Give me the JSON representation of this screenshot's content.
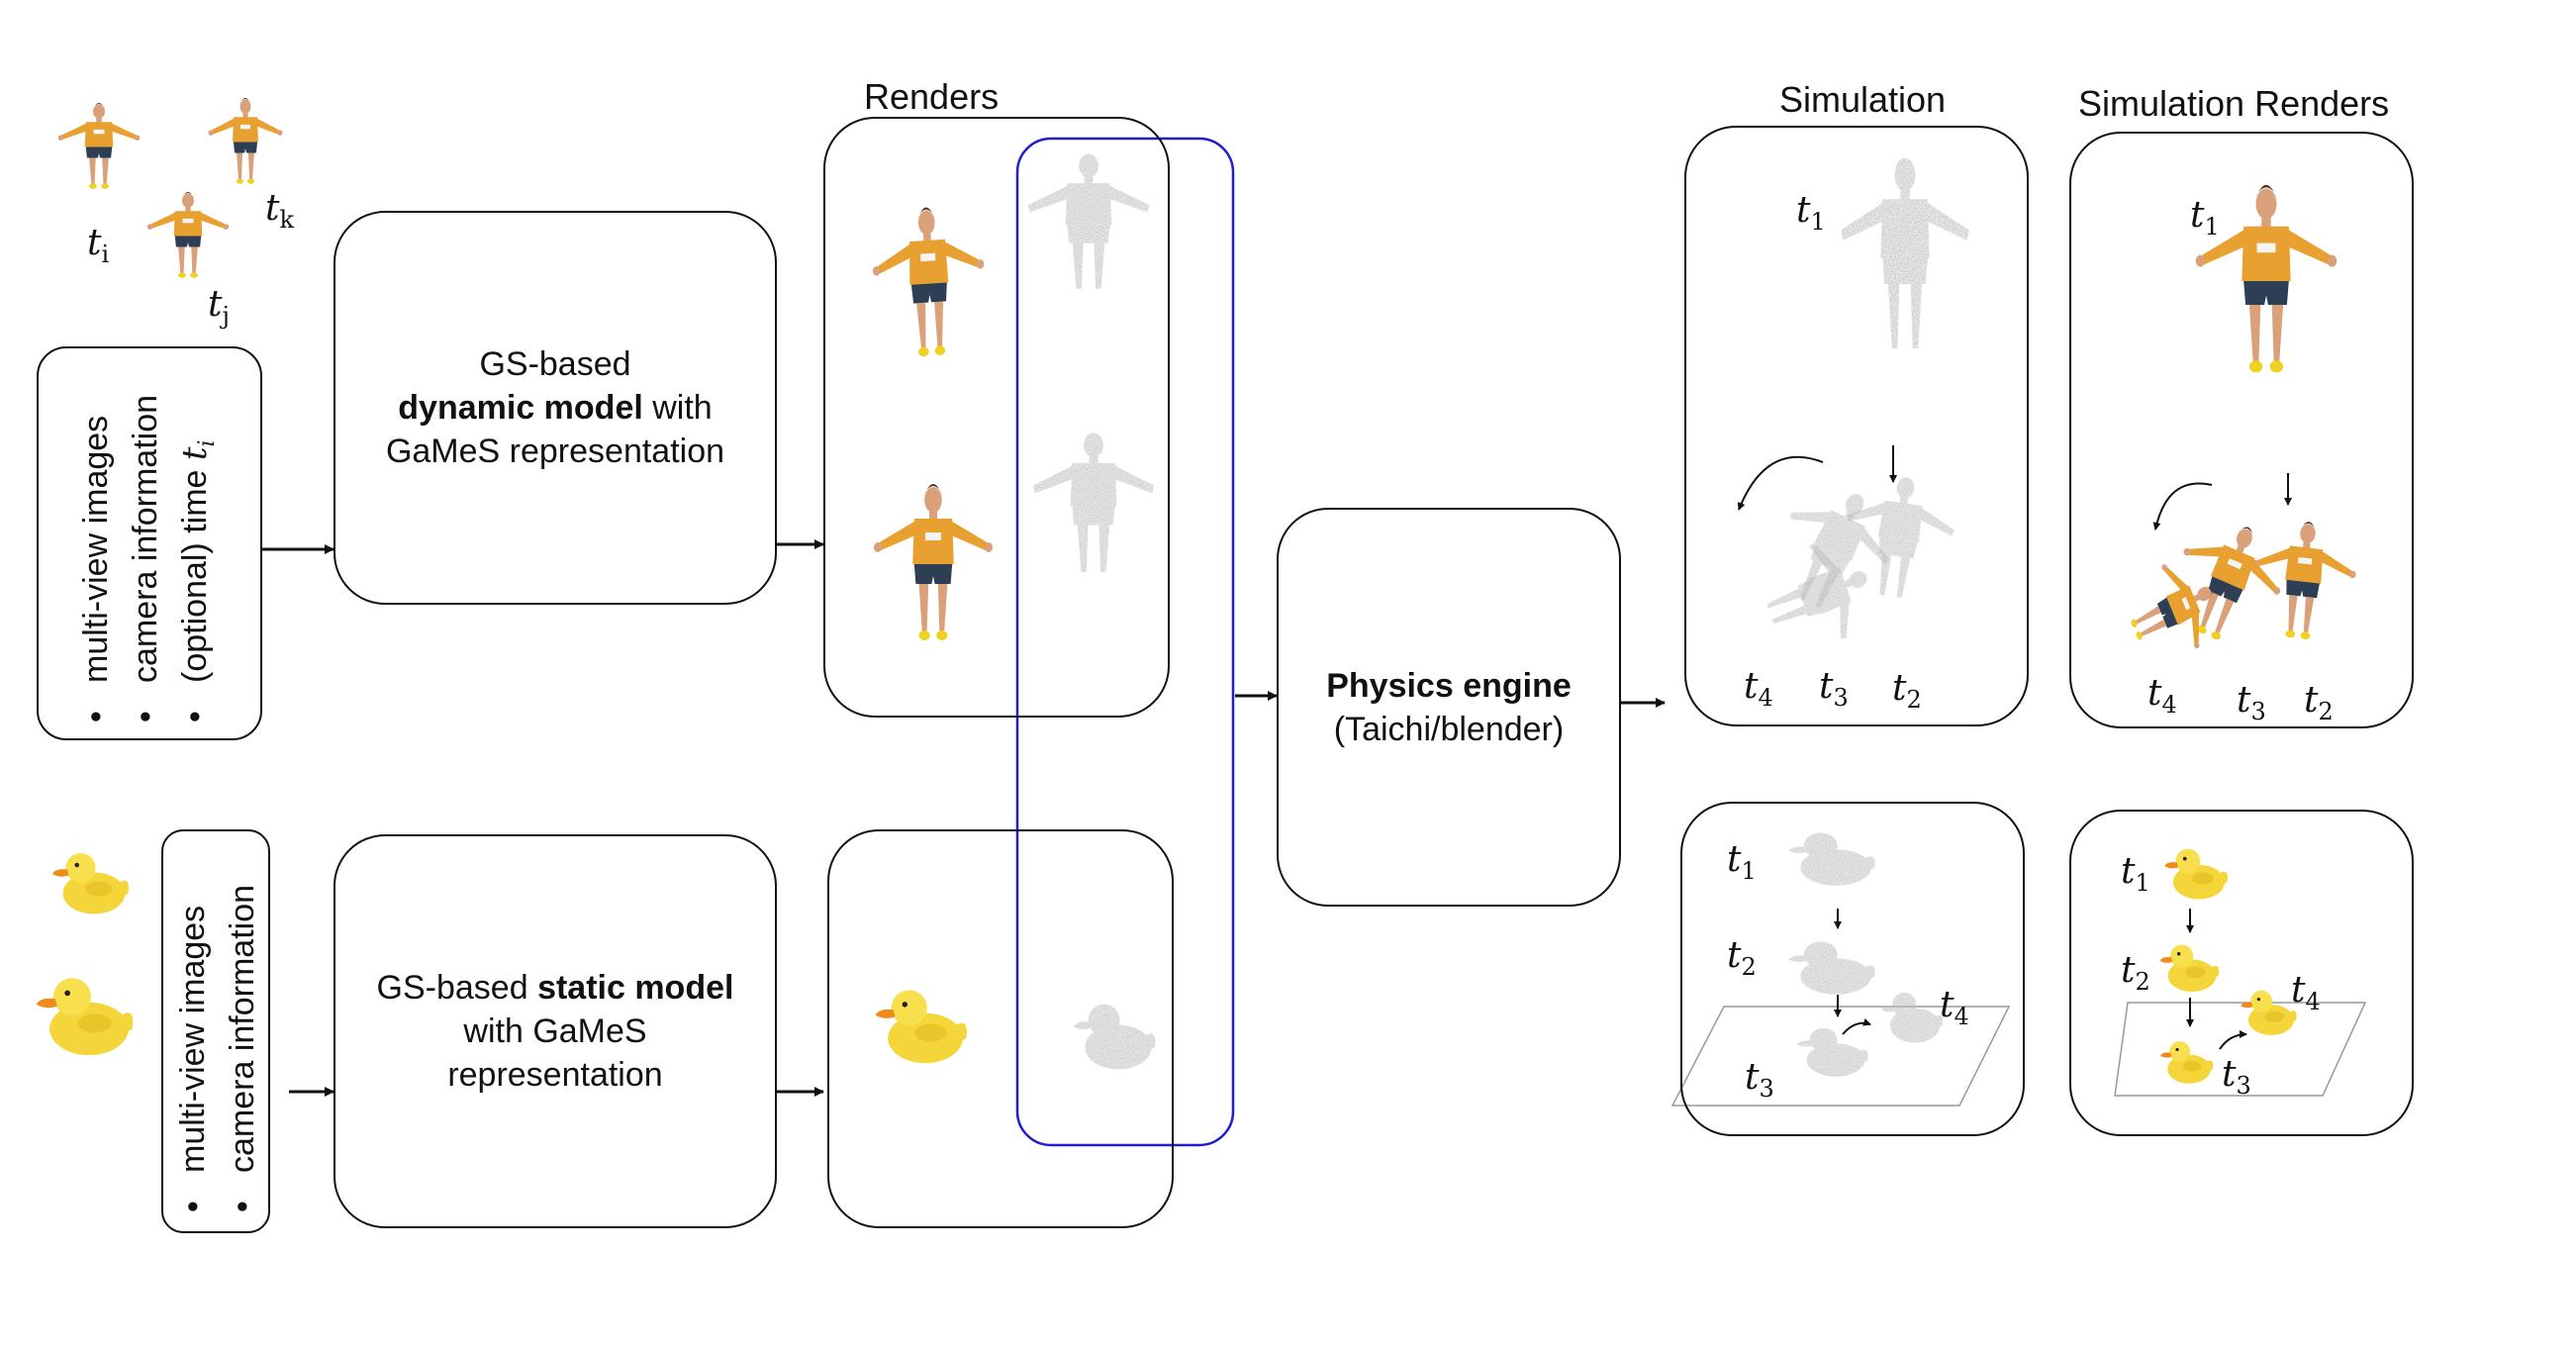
{
  "inputs": {
    "top_time_labels": [
      "t",
      "t",
      "t"
    ],
    "top_time_subs": [
      "i",
      "j",
      "k"
    ],
    "dynamic_list": [
      "multi-view images",
      "camera information",
      "(optional) time "
    ],
    "dynamic_time_symbol": "t",
    "dynamic_time_sub": "i",
    "static_list": [
      "multi-view images",
      "camera information"
    ]
  },
  "models": {
    "dynamic": {
      "line1": "GS-based",
      "bold": "dynamic model",
      "after_bold": " with",
      "line3": "GaMeS representation"
    },
    "static": {
      "prefix": "GS-based ",
      "bold": "static model",
      "line2": "with GaMeS",
      "line3": "representation"
    }
  },
  "renders": {
    "heading": "Renders"
  },
  "physics": {
    "bold": "Physics engine",
    "sub": "(Taichi/blender)"
  },
  "simulation": {
    "heading": "Simulation",
    "human_labels": [
      "1",
      "4",
      "3",
      "2"
    ],
    "duck_labels": [
      "1",
      "2",
      "3",
      "4"
    ]
  },
  "simulation_renders": {
    "heading": "Simulation Renders",
    "human_labels": [
      "1",
      "4",
      "3",
      "2"
    ],
    "duck_labels": [
      "1",
      "2",
      "4",
      "3"
    ]
  },
  "colors": {
    "accent_outline": "#1f1fd0",
    "shirt": "#e8a030",
    "shorts": "#2d3e55",
    "skin": "#d9a07a",
    "duck_yellow": "#f4d63a",
    "point_cloud_gray": "#9a9a9a"
  }
}
